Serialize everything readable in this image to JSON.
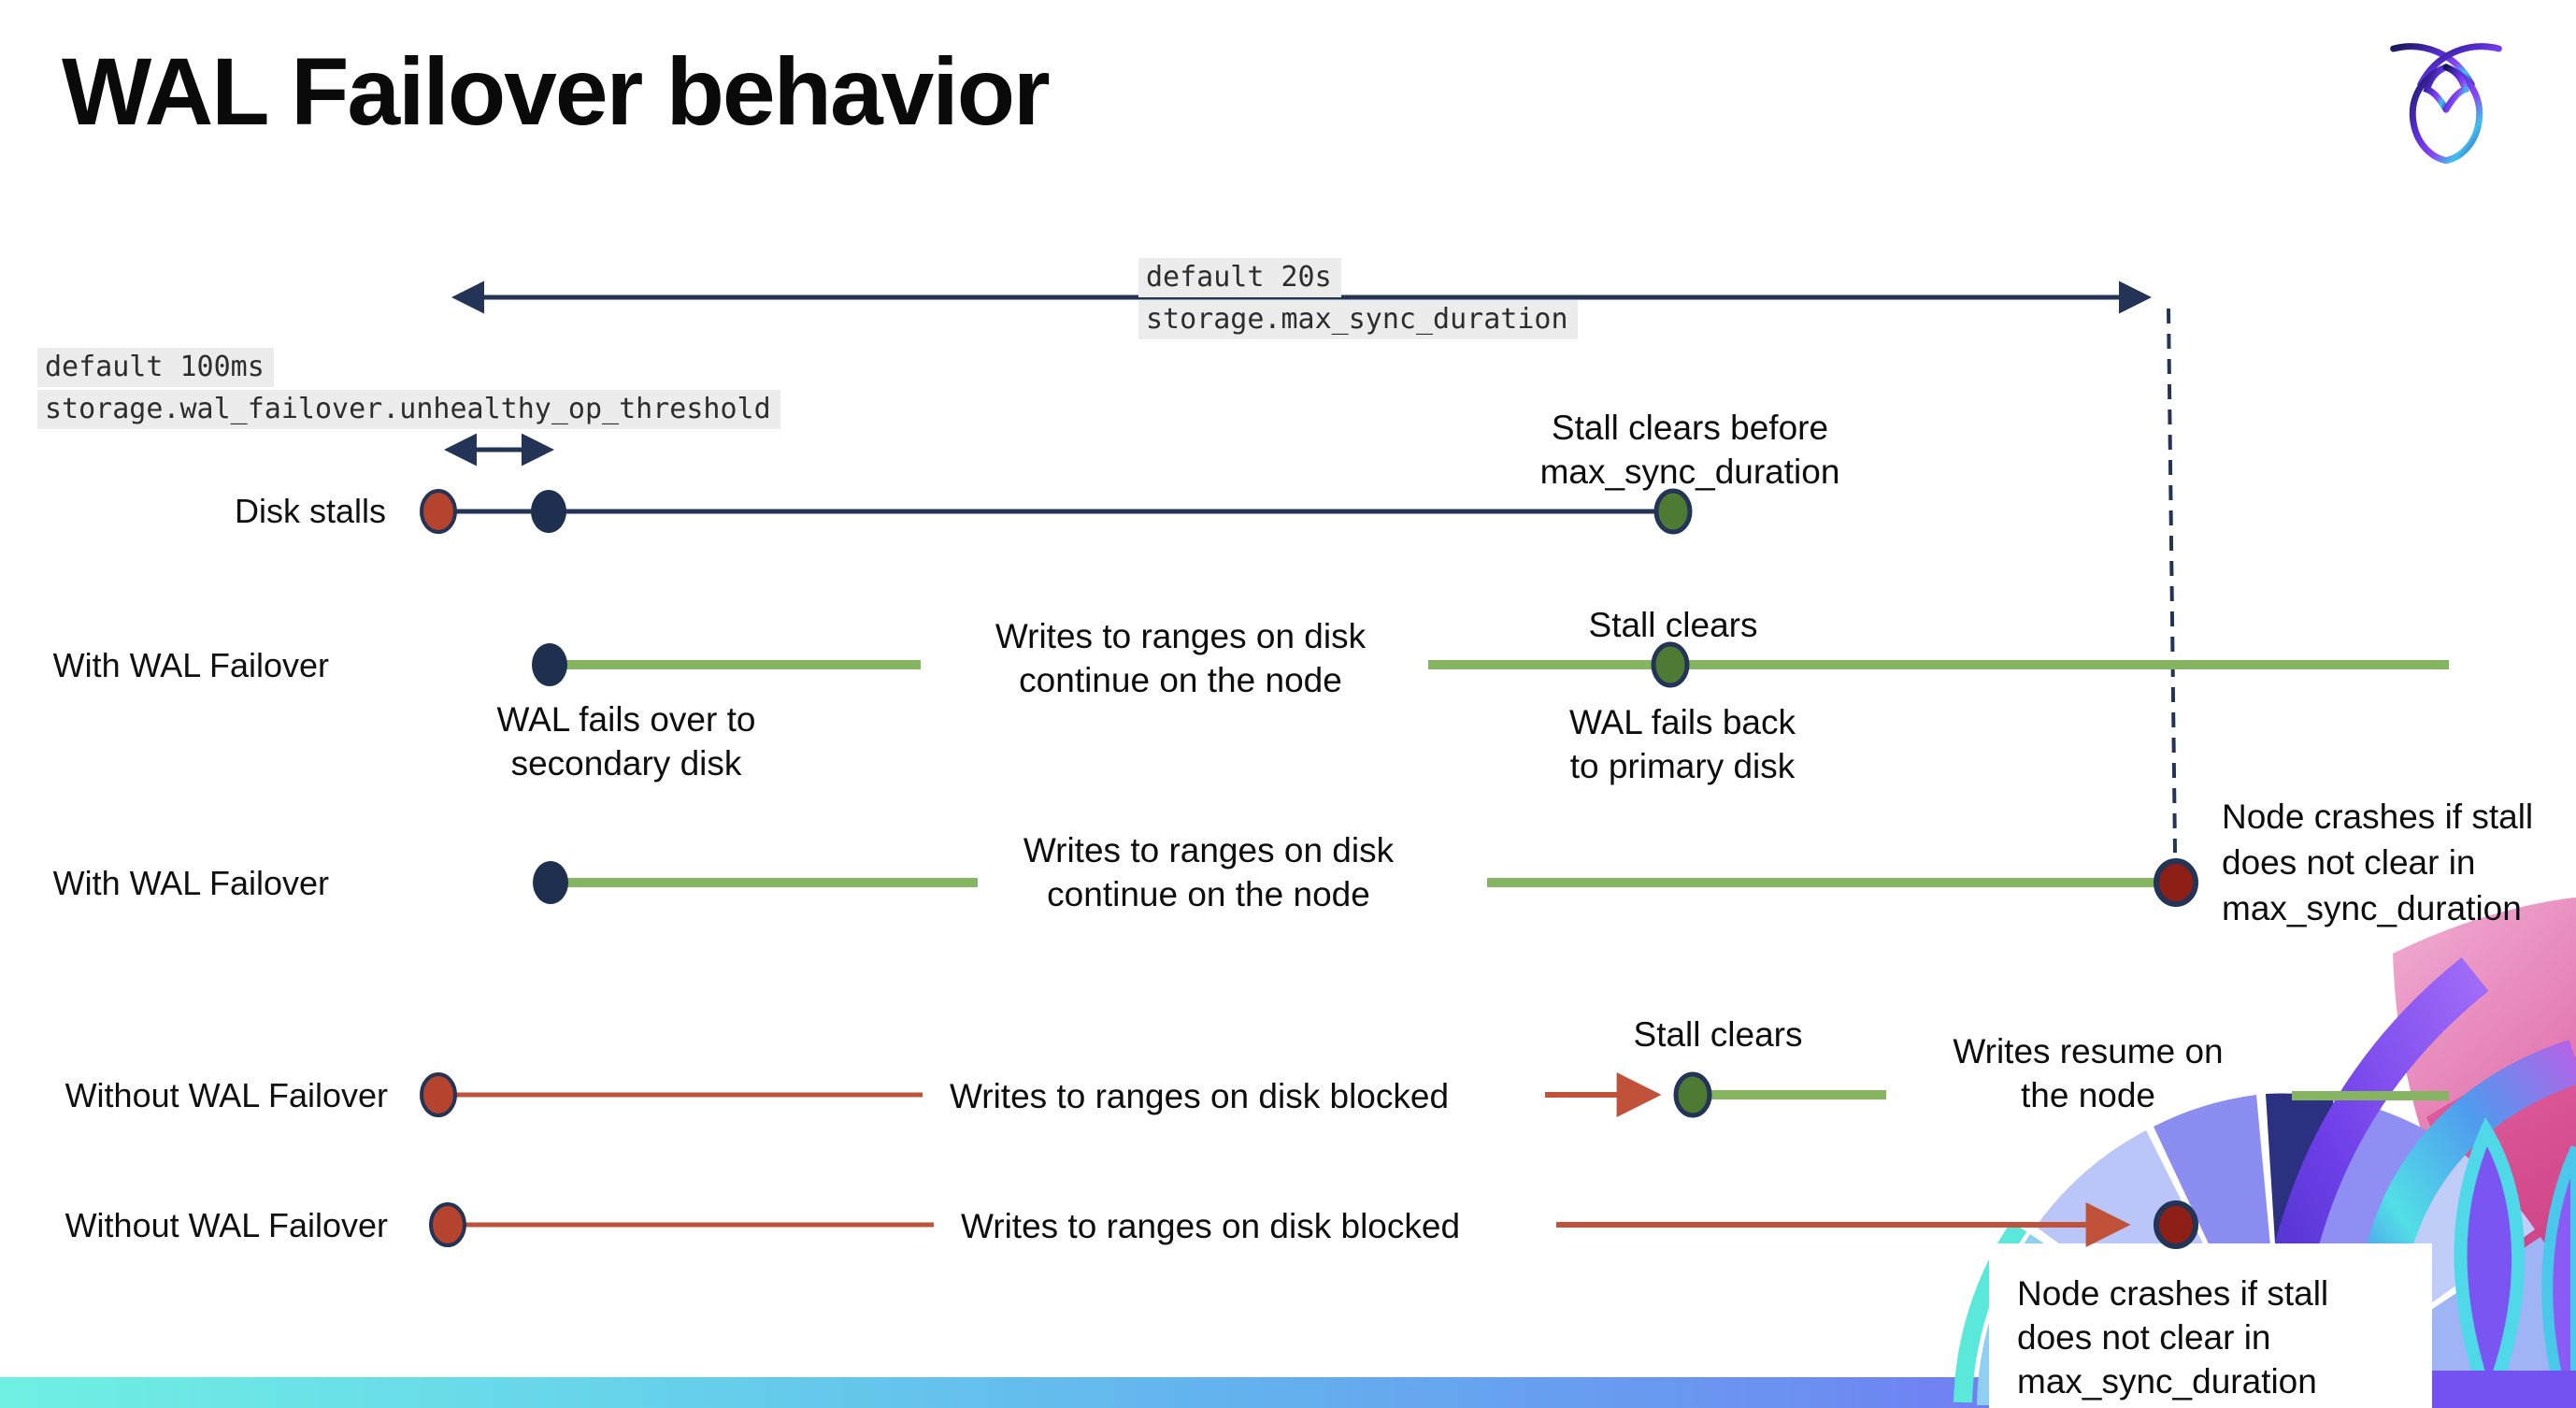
{
  "slide": {
    "title": "WAL Failover behavior"
  },
  "logo": {
    "name": "cockroachdb-logo"
  },
  "colors": {
    "navy": "#233457",
    "green_line": "#86b561",
    "green_dot": "#4d7b33",
    "red_line": "#c1523a",
    "red_dot": "#b5432d",
    "crash_dot": "#8e1f16",
    "code_bg": "#ececec",
    "bar_gradient_left": "#6ff0e2",
    "bar_gradient_right": "#8155f5"
  },
  "callouts": {
    "max_sync": {
      "line1": "default 20s",
      "line2": "storage.max_sync_duration"
    },
    "unhealthy_op": {
      "line1": "default 100ms",
      "line2": "storage.wal_failover.unhealthy_op_threshold"
    }
  },
  "rows": [
    {
      "label": "Disk stalls"
    },
    {
      "label": "With WAL Failover"
    },
    {
      "label": "With WAL Failover"
    },
    {
      "label": "Without WAL Failover"
    },
    {
      "label": "Without WAL Failover"
    }
  ],
  "annotations": {
    "stall_clears_before": "Stall clears before\nmax_sync_duration",
    "wal_fails_over": "WAL fails over to\nsecondary disk",
    "writes_continue": "Writes to ranges on disk\ncontinue on the node",
    "stall_clears": "Stall clears",
    "wal_fails_back": "WAL fails  back\nto primary disk",
    "node_crashes": "Node crashes if stall\ndoes not clear in\nmax_sync_duration",
    "writes_blocked": "Writes to ranges on disk  blocked",
    "writes_resume": "Writes resume on\nthe node"
  }
}
